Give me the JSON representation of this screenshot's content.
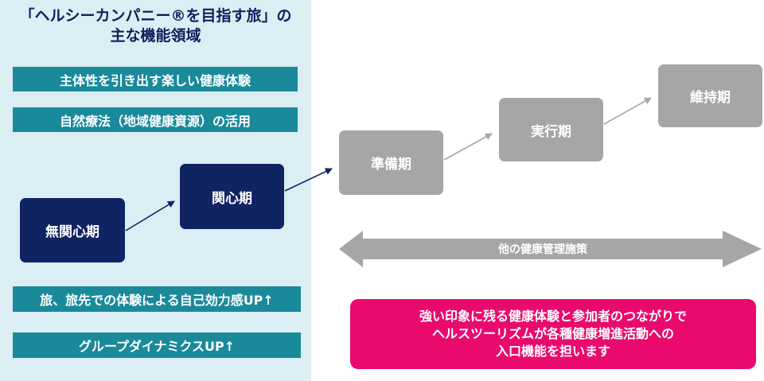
{
  "panel": {
    "title_line1": "「ヘルシーカンパニー®を目指す旅」の",
    "title_line2": "主な機能領域",
    "top_items": [
      "主体性を引き出す楽しい健康体験",
      "自然療法（地域健康資源）の活用"
    ],
    "bottom_items": [
      "旅、旅先での体験による自己効力感UP↑",
      "グループダイナミクスUP↑"
    ]
  },
  "stages": {
    "precontemplation": "無関心期",
    "contemplation": "関心期",
    "preparation": "準備期",
    "action": "実行期",
    "maintenance": "維持期"
  },
  "other_measures": "他の健康管理施策",
  "message": {
    "line1": "強い印象に残る健康体験と参加者のつながりで",
    "line2": "ヘルスツーリズムが各種健康増進活動への",
    "line3": "入口機能を担います"
  },
  "colors": {
    "panel_bg": "#daeef4",
    "navy": "#102463",
    "teal": "#1a8a9b",
    "gray": "#a6a6a6",
    "pink": "#ea0a6e"
  }
}
